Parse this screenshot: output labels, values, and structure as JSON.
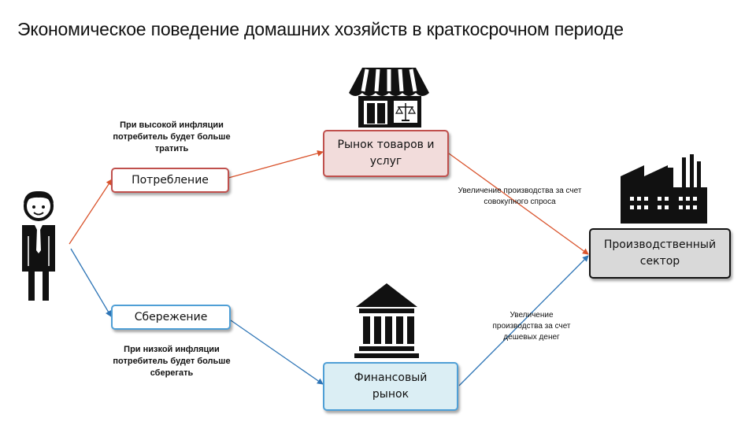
{
  "title": "Экономическое поведение домашних хозяйств в краткосрочном периоде",
  "notes": {
    "high_inflation": [
      "При высокой инфляции",
      "потребитель будет больше",
      "тратить"
    ],
    "low_inflation": [
      "При низкой инфляции",
      "потребитель будет больше",
      "сберегать"
    ],
    "aggregate_demand": [
      "Увеличение производства за счет",
      "совокупного спроса"
    ],
    "cheap_money": [
      "Увеличение",
      "производства за счет",
      "дешевых денег"
    ]
  },
  "boxes": {
    "consumption": "Потребление",
    "savings": "Сбережение",
    "goods_market": [
      "Рынок товаров и",
      "услуг"
    ],
    "financial_market": [
      "Финансовый",
      "рынок"
    ],
    "production_sector": [
      "Производственный",
      "сектор"
    ]
  },
  "colors": {
    "consumption_border": "#c0504d",
    "consumption_fill": "#ffffff",
    "goods_fill": "#f2dcdb",
    "savings_border": "#4f9fd6",
    "finance_fill": "#dbeef4",
    "production_fill": "#d9d9d9",
    "red_arrow": "#d9532c",
    "blue_arrow": "#2e75b6"
  },
  "icons": {
    "person": "person-icon",
    "shop": "shop-icon",
    "bank": "bank-icon",
    "factory": "factory-icon"
  }
}
